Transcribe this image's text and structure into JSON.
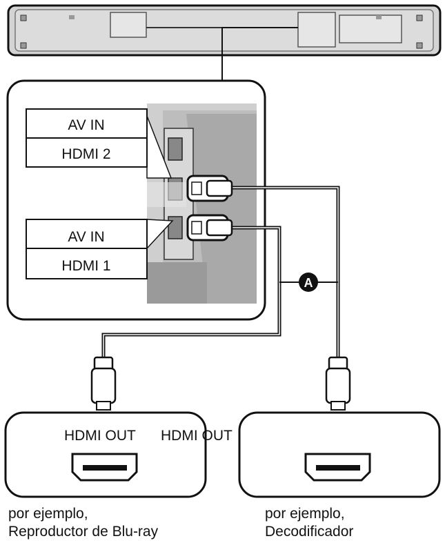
{
  "soundbar": {
    "description_icon": "soundbar-rear-icon"
  },
  "tv_panel": {
    "upper_port": {
      "line1": "AV IN",
      "line2": "HDMI 2"
    },
    "lower_port": {
      "line1": "AV IN",
      "line2": "HDMI 1"
    }
  },
  "cable_marker": "A",
  "devices": [
    {
      "port_label": "HDMI OUT",
      "caption_line1": "por ejemplo,",
      "caption_line2": "Reproductor de Blu-ray"
    },
    {
      "port_label": "HDMI OUT",
      "caption_line1": "por ejemplo,",
      "caption_line2": "Decodificador"
    }
  ],
  "colors": {
    "line": "#111111",
    "device_fill": "#ffffff",
    "soundbar_fill": "#d6d6d6",
    "tv_fill": "#bfbfbf"
  }
}
